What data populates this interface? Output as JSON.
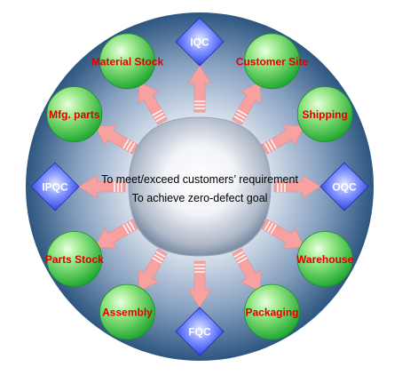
{
  "center": {
    "line1": "To meet/exceed customers’ requirement",
    "line2": "To achieve zero-defect goal"
  },
  "stages": [
    {
      "label": "IQC",
      "shape": "diamond",
      "icon": "diamond-node"
    },
    {
      "label": "Customer Site",
      "shape": "circle",
      "icon": "circle-node"
    },
    {
      "label": "Shipping",
      "shape": "circle",
      "icon": "circle-node"
    },
    {
      "label": "OQC",
      "shape": "diamond",
      "icon": "diamond-node"
    },
    {
      "label": "Warehouse",
      "shape": "circle",
      "icon": "circle-node"
    },
    {
      "label": "Packaging",
      "shape": "circle",
      "icon": "circle-node"
    },
    {
      "label": "FQC",
      "shape": "diamond",
      "icon": "diamond-node"
    },
    {
      "label": "Assembly",
      "shape": "circle",
      "icon": "circle-node"
    },
    {
      "label": "Parts Stock",
      "shape": "circle",
      "icon": "circle-node"
    },
    {
      "label": "IPQC",
      "shape": "diamond",
      "icon": "diamond-node"
    },
    {
      "label": "Mfg. parts",
      "shape": "circle",
      "icon": "circle-node"
    },
    {
      "label": "Material Stock",
      "shape": "circle",
      "icon": "circle-node"
    }
  ],
  "colors": {
    "ring_outer": "#2d5680",
    "ring_inner": "#d8e2ee",
    "hub_light": "#ffffff",
    "hub_dark": "#7e8ea6",
    "arrow": "#f7a1a1",
    "arrow_stripe": "#ffffff",
    "circle_light": "#c6f7b4",
    "circle_dark": "#1fa830",
    "diamond_light": "#e3e9ff",
    "diamond_dark": "#2436dd",
    "label_text": "#e00000",
    "diamond_text": "#ffffff",
    "center_text": "#000000"
  }
}
